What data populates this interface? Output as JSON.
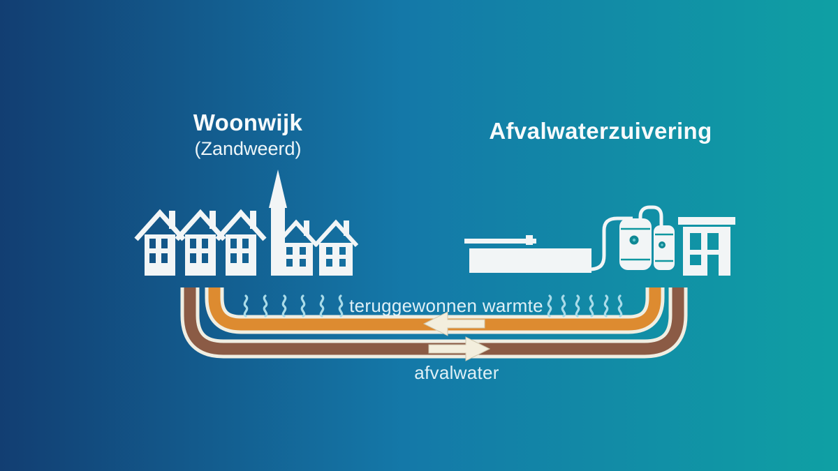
{
  "diagram": {
    "left_section": {
      "title": "Woonwijk",
      "subtitle": "(Zandweerd)"
    },
    "right_section": {
      "title": "Afvalwaterzuivering"
    },
    "heat_pipe": {
      "label": "teruggewonnen warmte",
      "direction": "left",
      "color": "#dd8b30"
    },
    "waste_pipe": {
      "label": "afvalwater",
      "direction": "right",
      "color": "#8b5b45"
    }
  },
  "colors": {
    "bg_left": "#123e72",
    "bg_mid": "#1478a8",
    "bg_right": "#0fa0a4",
    "pipe_outline": "#f0eee2",
    "illustration_white": "#f2f5f6",
    "arrow_fill": "#f3eedd",
    "arrow_edge": "#cfc7ae",
    "heat_wave": "#a9dbe8",
    "tank_detail": "#0f97a0",
    "label_text": "#dff0f6",
    "title_text": "#f7fafb"
  },
  "illustrations": [
    "residential-houses",
    "church-tower",
    "treatment-basin",
    "digester-tanks",
    "plant-building",
    "heat-waves",
    "flow-arrows"
  ]
}
